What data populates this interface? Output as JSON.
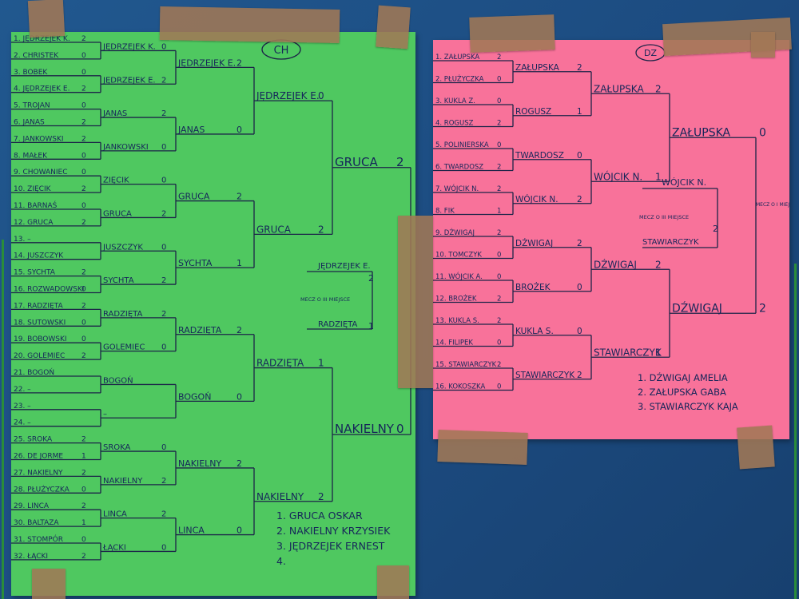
{
  "green": {
    "tag": "CH",
    "r1": [
      {
        "n": "1. JĘDRZEJEK K.",
        "s": "2"
      },
      {
        "n": "2. CHRISTEK",
        "s": "0"
      },
      {
        "n": "3. BOBEK",
        "s": "0"
      },
      {
        "n": "4. JĘDRZEJEK E.",
        "s": "2"
      },
      {
        "n": "5. TROJAN",
        "s": "0"
      },
      {
        "n": "6. JANAS",
        "s": "2"
      },
      {
        "n": "7. JANKOWSKI",
        "s": "2"
      },
      {
        "n": "8. MAŁEK",
        "s": "0"
      },
      {
        "n": "9. CHOWANIEC",
        "s": "0"
      },
      {
        "n": "10. ZIĘCIK",
        "s": "2"
      },
      {
        "n": "11. BARNAŚ",
        "s": "0"
      },
      {
        "n": "12. GRUCA",
        "s": "2"
      },
      {
        "n": "13. –",
        "s": ""
      },
      {
        "n": "14. JUSZCZYK",
        "s": ""
      },
      {
        "n": "15. SYCHTA",
        "s": "2"
      },
      {
        "n": "16. ROZWADOWSKI",
        "s": "0"
      },
      {
        "n": "17. RADZIĘTA",
        "s": "2"
      },
      {
        "n": "18. SUTOWSKI",
        "s": "0"
      },
      {
        "n": "19. BOBOWSKI",
        "s": "0"
      },
      {
        "n": "20. GOLEMIEC",
        "s": "2"
      },
      {
        "n": "21. BOGOŃ",
        "s": ""
      },
      {
        "n": "22. –",
        "s": ""
      },
      {
        "n": "23. –",
        "s": ""
      },
      {
        "n": "24. –",
        "s": ""
      },
      {
        "n": "25. SROKA",
        "s": "2"
      },
      {
        "n": "26. DE JORME",
        "s": "1"
      },
      {
        "n": "27. NAKIELNY",
        "s": "2"
      },
      {
        "n": "28. PŁUŻYCZKA",
        "s": "0"
      },
      {
        "n": "29. LINCA",
        "s": "2"
      },
      {
        "n": "30. BALTAZA",
        "s": "1"
      },
      {
        "n": "31. STOMPÓR",
        "s": "0"
      },
      {
        "n": "32. ŁĄCKI",
        "s": "2"
      }
    ],
    "r2": [
      {
        "n": "JĘDRZEJEK K.",
        "s": "0"
      },
      {
        "n": "JĘDRZEJEK E.",
        "s": "2"
      },
      {
        "n": "JANAS",
        "s": "2"
      },
      {
        "n": "JANKOWSKI",
        "s": "0"
      },
      {
        "n": "ZIĘCIK",
        "s": "0"
      },
      {
        "n": "GRUCA",
        "s": "2"
      },
      {
        "n": "JUSZCZYK",
        "s": "0"
      },
      {
        "n": "SYCHTA",
        "s": "2"
      },
      {
        "n": "RADZIĘTA",
        "s": "2"
      },
      {
        "n": "GOLEMIEC",
        "s": "0"
      },
      {
        "n": "BOGOŃ",
        "s": ""
      },
      {
        "n": "–",
        "s": ""
      },
      {
        "n": "SROKA",
        "s": "0"
      },
      {
        "n": "NAKIELNY",
        "s": "2"
      },
      {
        "n": "LINCA",
        "s": "2"
      },
      {
        "n": "ŁĄCKI",
        "s": "0"
      }
    ],
    "r3": [
      {
        "n": "JĘDRZEJEK E.",
        "s": "2"
      },
      {
        "n": "JANAS",
        "s": "0"
      },
      {
        "n": "GRUCA",
        "s": "2"
      },
      {
        "n": "SYCHTA",
        "s": "1"
      },
      {
        "n": "RADZIĘTA",
        "s": "2"
      },
      {
        "n": "BOGOŃ",
        "s": "0"
      },
      {
        "n": "NAKIELNY",
        "s": "2"
      },
      {
        "n": "LINCA",
        "s": "0"
      }
    ],
    "r4": [
      {
        "n": "JĘDRZEJEK E.",
        "s": "0"
      },
      {
        "n": "GRUCA",
        "s": "2"
      },
      {
        "n": "RADZIĘTA",
        "s": "1"
      },
      {
        "n": "NAKIELNY",
        "s": "2"
      }
    ],
    "final": [
      {
        "n": "GRUCA",
        "s": "2"
      },
      {
        "n": "NAKIELNY",
        "s": "0"
      }
    ],
    "third_label": "MECZ O III MIEJSCE",
    "third": [
      {
        "n": "JĘDRZEJEK E.",
        "s": "2"
      },
      {
        "n": "RADZIĘTA",
        "s": "1"
      }
    ],
    "results": [
      "1. GRUCA OSKAR",
      "2. NAKIELNY KRZYSIEK",
      "3. JĘDRZEJEK ERNEST",
      "4."
    ]
  },
  "pink": {
    "tag": "DZ",
    "r1": [
      {
        "n": "1. ZAŁUPSKA",
        "s": "2"
      },
      {
        "n": "2. PŁUŻYCZKA",
        "s": "0"
      },
      {
        "n": "3. KUKLA Z.",
        "s": "0"
      },
      {
        "n": "4. ROGUSZ",
        "s": "2"
      },
      {
        "n": "5. POLINIERSKA",
        "s": "0"
      },
      {
        "n": "6. TWARDOSZ",
        "s": "2"
      },
      {
        "n": "7. WÓJCIK N.",
        "s": "2"
      },
      {
        "n": "8. FIK",
        "s": "1"
      },
      {
        "n": "9. DŹWIGAJ",
        "s": "2"
      },
      {
        "n": "10. TOMCZYK",
        "s": "0"
      },
      {
        "n": "11. WÓJCIK A.",
        "s": "0"
      },
      {
        "n": "12. BROŻEK",
        "s": "2"
      },
      {
        "n": "13. KUKLA S.",
        "s": "2"
      },
      {
        "n": "14. FILIPEK",
        "s": "0"
      },
      {
        "n": "15. STAWIARCZYK",
        "s": "2"
      },
      {
        "n": "16. KOKOSZKA",
        "s": "0"
      }
    ],
    "r2": [
      {
        "n": "ZAŁUPSKA",
        "s": "2"
      },
      {
        "n": "ROGUSZ",
        "s": "1"
      },
      {
        "n": "TWARDOSZ",
        "s": "0"
      },
      {
        "n": "WÓJCIK N.",
        "s": "2"
      },
      {
        "n": "DŹWIGAJ",
        "s": "2"
      },
      {
        "n": "BROŻEK",
        "s": "0"
      },
      {
        "n": "KUKLA S.",
        "s": "0"
      },
      {
        "n": "STAWIARCZYK",
        "s": "2"
      }
    ],
    "r3": [
      {
        "n": "ZAŁUPSKA",
        "s": "2"
      },
      {
        "n": "WÓJCIK N.",
        "s": "1"
      },
      {
        "n": "DŹWIGAJ",
        "s": "2"
      },
      {
        "n": "STAWIARCZYK",
        "s": "1"
      }
    ],
    "final": [
      {
        "n": "ZAŁUPSKA",
        "s": "0"
      },
      {
        "n": "DŹWIGAJ",
        "s": "2"
      }
    ],
    "third_label": "MECZ O III MIEJSCE",
    "third": [
      {
        "n": "WÓJCIK N.",
        "s": ""
      },
      {
        "n": "STAWIARCZYK",
        "s": "2"
      }
    ],
    "side_label": "MECZ O I MIEJSCE",
    "results": [
      "1. DŹWIGAJ AMELIA",
      "2. ZAŁUPSKA GABA",
      "3. STAWIARCZYK KAJA"
    ]
  }
}
